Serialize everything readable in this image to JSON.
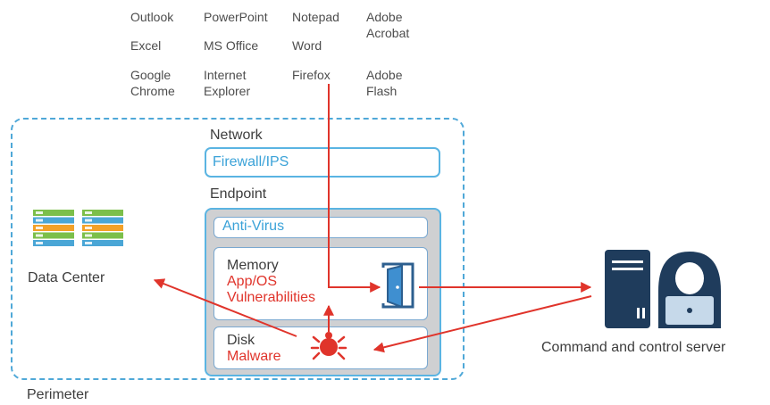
{
  "apps": [
    {
      "text": "Outlook"
    },
    {
      "text": "PowerPoint"
    },
    {
      "text": "Notepad"
    },
    {
      "text": "Adobe\nAcrobat"
    },
    {
      "text": "Excel"
    },
    {
      "text": "MS Office"
    },
    {
      "text": "Word"
    },
    {
      "text": "Google\nChrome"
    },
    {
      "text": "Internet\nExplorer"
    },
    {
      "text": "Firefox"
    },
    {
      "text": "Adobe\nFlash"
    }
  ],
  "network_label": "Network",
  "firewall_label": "Firewall/IPS",
  "endpoint_label": "Endpoint",
  "antivirus_label": "Anti-Virus",
  "memory": {
    "title": "Memory",
    "line1": "App/OS",
    "line2": "Vulnerabilities"
  },
  "disk": {
    "title": "Disk",
    "subtitle": "Malware"
  },
  "data_center_label": "Data  Center",
  "perimeter_label": "Perimeter",
  "server_label": "Command and control server",
  "colors": {
    "accent_blue": "#4fa8d8",
    "threat_red": "#e0342b",
    "server_navy": "#1f3c5c"
  }
}
